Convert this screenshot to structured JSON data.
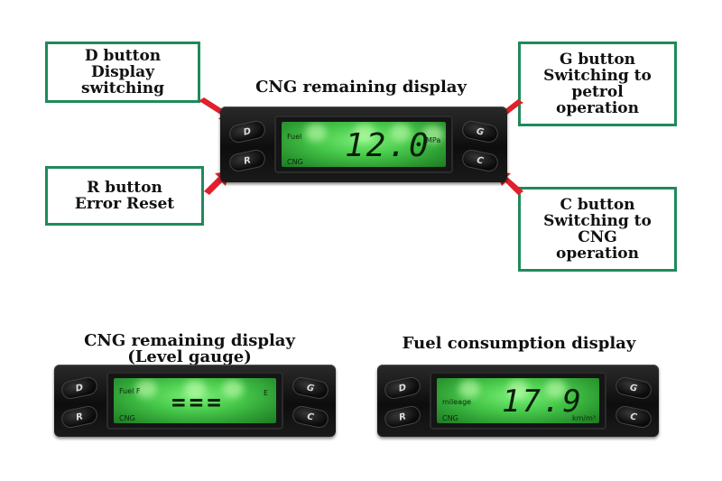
{
  "callouts": {
    "d": {
      "lines": [
        "D button",
        "Display",
        "switching"
      ]
    },
    "g": {
      "lines": [
        "G button",
        "Switching to",
        "petrol",
        "operation"
      ]
    },
    "r": {
      "lines": [
        "R button",
        "Error Reset"
      ]
    },
    "c": {
      "lines": [
        "C button",
        "Switching to",
        "CNG",
        "operation"
      ]
    }
  },
  "captions": {
    "main": "CNG remaining display",
    "level_line1": "CNG remaining display",
    "level_line2": "(Level gauge)",
    "fuel": "Fuel consumption display"
  },
  "buttons": {
    "d": "D",
    "r": "R",
    "g": "G",
    "c": "C"
  },
  "displays": {
    "main": {
      "label_top": "Fuel",
      "label_bottom": "CNG",
      "value": "12.0",
      "unit": "MPa"
    },
    "level": {
      "label_top": "Fuel F",
      "label_bottom": "CNG",
      "value": "=== ",
      "unit_right": "E"
    },
    "fuel": {
      "label_top": "mileage",
      "label_bottom": "CNG",
      "value": "17.9",
      "unit": "km/m³"
    }
  },
  "colors": {
    "callout_border": "#1f8a5a",
    "arrow": "#e0202a",
    "lcd_green": "#47c94a"
  }
}
